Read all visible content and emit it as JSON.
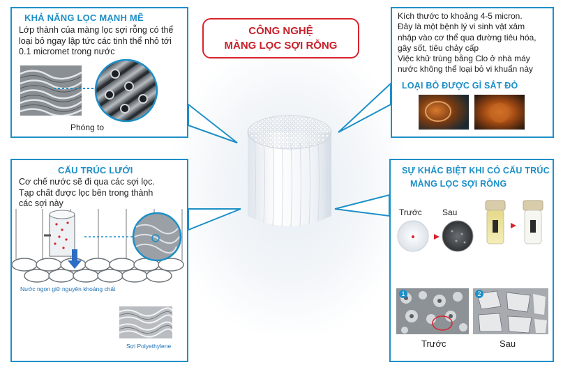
{
  "title": {
    "line1": "CÔNG NGHỆ",
    "line2": "MÀNG LỌC SỢI RỖNG"
  },
  "panels": {
    "top_left": {
      "title": "KHẢ NĂNG LỌC MẠNH MẼ",
      "text": "Lớp thành của màng lọc sợi rỗng có thể loại bỏ ngay lập tức các tinh thể nhỏ tới 0.1 micromet trong nước",
      "caption": "Phóng to"
    },
    "top_right": {
      "text_lines": [
        "Kích thước to khoảng 4-5 micron.",
        "Đây là một bệnh lý vi sinh vật xâm",
        "nhập vào cơ thể qua đường tiêu hóa,",
        "gây sốt, tiêu chảy cấp",
        "Việc khử trùng bằng Clo ở nhà máy",
        "nước không thể loại bỏ vi khuẩn này"
      ],
      "subtitle": "LOẠI BỎ ĐƯỢC GỈ SẮT ĐỎ"
    },
    "mid_left": {
      "title": "CẤU TRÚC LƯỚI",
      "text_lines": [
        "Cơ chế nước sẽ đi qua các sợi lọc.",
        "Tạp chất được lọc bên trong thành",
        "các sợi này"
      ],
      "water_label": "Nước ngon giữ nguyên khoáng chất",
      "fiber_label": "Sợi Polyethylene"
    },
    "bottom_right": {
      "title_line1": "SỰ KHÁC BIỆT KHI CÓ CẤU TRÚC",
      "title_line2": "MÀNG LỌC SỢI RỖNG",
      "before_label": "Trước",
      "after_label": "Sau",
      "badge_1": "1",
      "badge_2": "2",
      "before_label_bottom": "Trước",
      "after_label_bottom": "Sau"
    }
  },
  "colors": {
    "accent_blue": "#1d8fc7",
    "title_red": "#c8202a"
  }
}
